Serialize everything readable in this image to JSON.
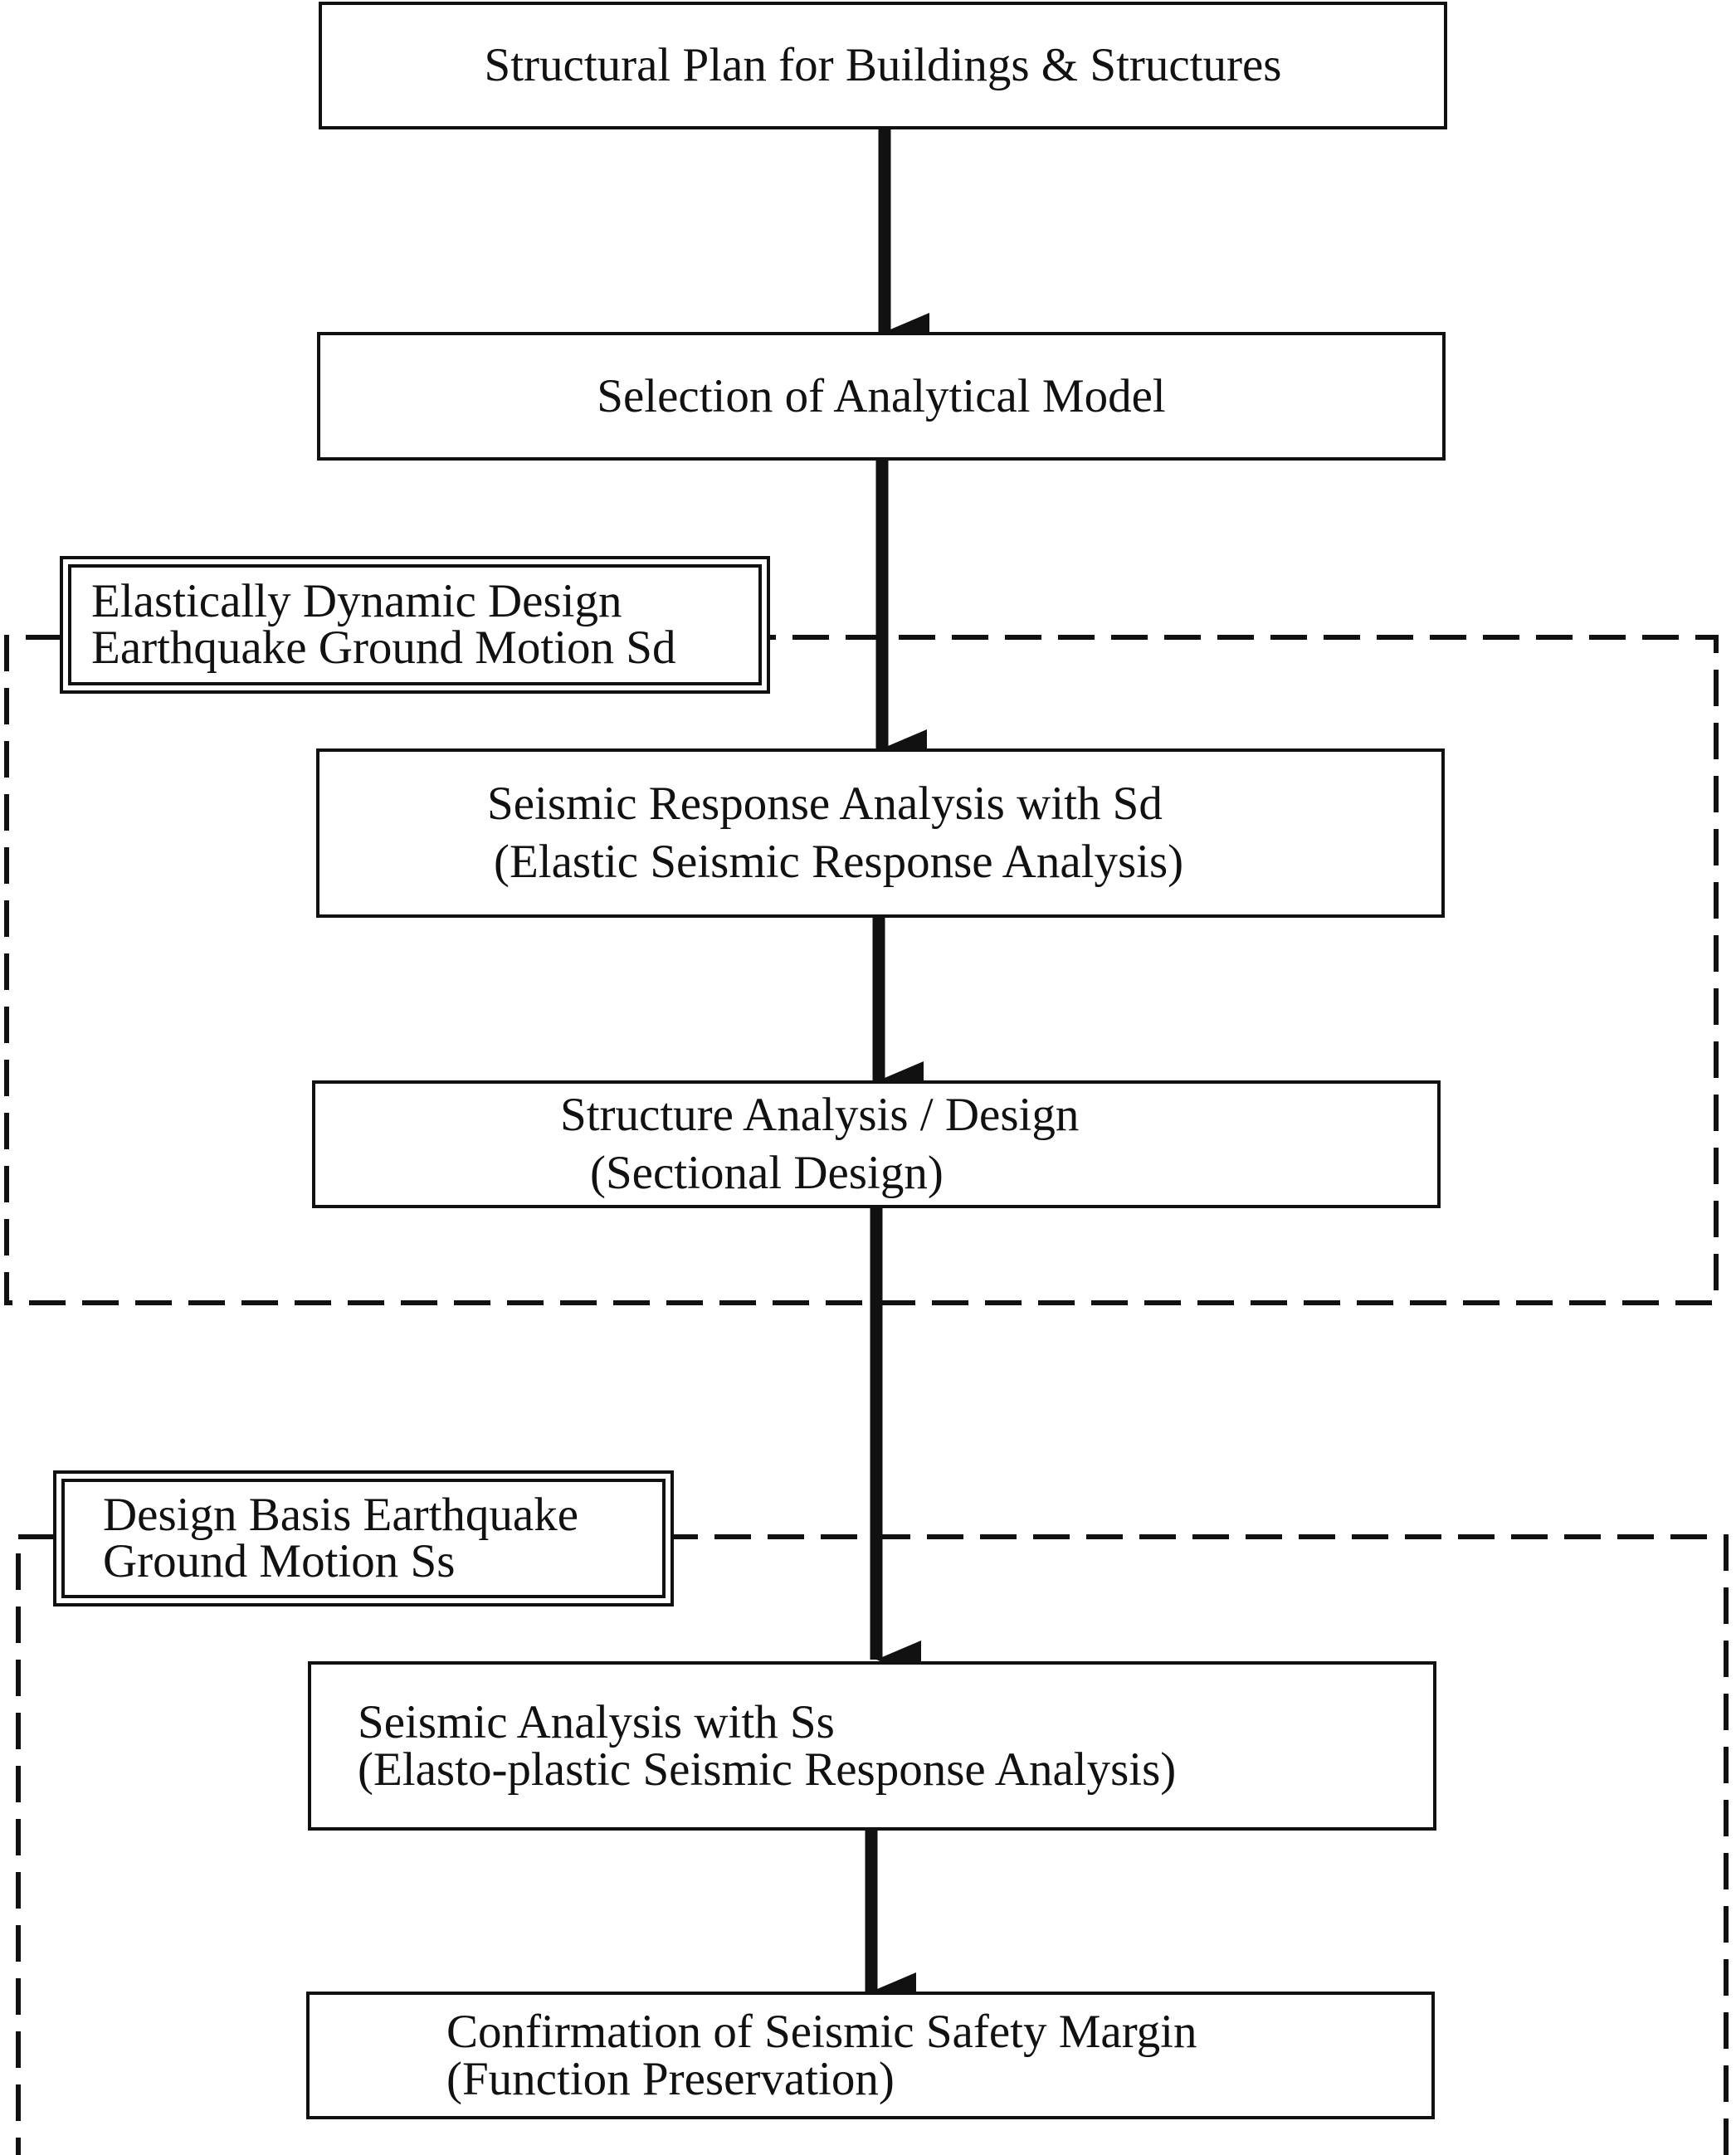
{
  "nodes": {
    "structural_plan": {
      "lines": [
        "Structural Plan for Buildings & Structures"
      ]
    },
    "analytical_model": {
      "lines": [
        "Selection of Analytical Model"
      ]
    },
    "seismic_response_sd": {
      "lines": [
        "Seismic Response Analysis with Sd",
        "(Elastic Seismic Response Analysis)"
      ]
    },
    "structure_design": {
      "lines": [
        "Structure Analysis / Design",
        "(Sectional Design)"
      ]
    },
    "seismic_analysis_ss": {
      "lines": [
        "Seismic Analysis with Ss",
        "(Elasto-plastic Seismic Response Analysis)"
      ]
    },
    "safety_margin": {
      "lines": [
        "Confirmation of Seismic Safety Margin",
        "(Function Preservation)"
      ]
    }
  },
  "groups": {
    "sd_group": {
      "lines": [
        "Elastically Dynamic Design",
        "Earthquake Ground Motion Sd"
      ]
    },
    "ss_group": {
      "lines": [
        "Design Basis Earthquake",
        "Ground Motion Ss"
      ]
    }
  },
  "edges": [
    {
      "from": "structural_plan",
      "to": "analytical_model"
    },
    {
      "from": "analytical_model",
      "to": "seismic_response_sd"
    },
    {
      "from": "seismic_response_sd",
      "to": "structure_design"
    },
    {
      "from": "structure_design",
      "to": "seismic_analysis_ss"
    },
    {
      "from": "seismic_analysis_ss",
      "to": "safety_margin"
    }
  ]
}
